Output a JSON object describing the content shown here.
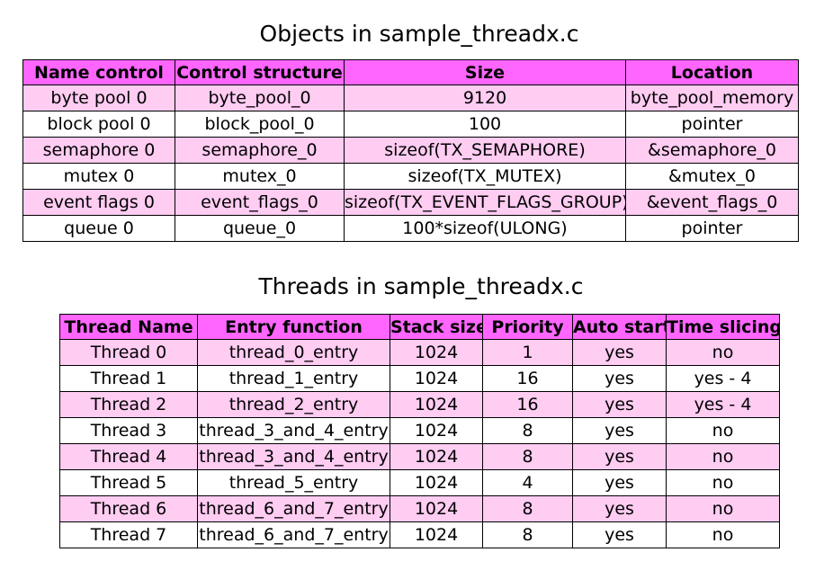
{
  "objects": {
    "title": "Objects in sample_threadx.c",
    "headers": [
      "Name control",
      "Control structure",
      "Size",
      "Location"
    ],
    "rows": [
      [
        "byte pool 0",
        "byte_pool_0",
        "9120",
        "byte_pool_memory"
      ],
      [
        "block pool 0",
        "block_pool_0",
        "100",
        "pointer"
      ],
      [
        "semaphore 0",
        "semaphore_0",
        "sizeof(TX_SEMAPHORE)",
        "&semaphore_0"
      ],
      [
        "mutex 0",
        "mutex_0",
        "sizeof(TX_MUTEX)",
        "&mutex_0"
      ],
      [
        "event flags 0",
        "event_flags_0",
        "sizeof(TX_EVENT_FLAGS_GROUP)",
        "&event_flags_0"
      ],
      [
        "queue 0",
        "queue_0",
        "100*sizeof(ULONG)",
        "pointer"
      ]
    ]
  },
  "threads": {
    "title": "Threads in sample_threadx.c",
    "headers": [
      "Thread Name",
      "Entry function",
      "Stack size",
      "Priority",
      "Auto start",
      "Time slicing"
    ],
    "rows": [
      [
        "Thread 0",
        "thread_0_entry",
        "1024",
        "1",
        "yes",
        "no"
      ],
      [
        "Thread 1",
        "thread_1_entry",
        "1024",
        "16",
        "yes",
        "yes - 4"
      ],
      [
        "Thread 2",
        "thread_2_entry",
        "1024",
        "16",
        "yes",
        "yes - 4"
      ],
      [
        "Thread 3",
        "thread_3_and_4_entry",
        "1024",
        "8",
        "yes",
        "no"
      ],
      [
        "Thread 4",
        "thread_3_and_4_entry",
        "1024",
        "8",
        "yes",
        "no"
      ],
      [
        "Thread 5",
        "thread_5_entry",
        "1024",
        "4",
        "yes",
        "no"
      ],
      [
        "Thread 6",
        "thread_6_and_7_entry",
        "1024",
        "8",
        "yes",
        "no"
      ],
      [
        "Thread 7",
        "thread_6_and_7_entry",
        "1024",
        "8",
        "yes",
        "no"
      ]
    ]
  },
  "colors": {
    "header_bg": "#ff66ff",
    "pink_row_bg": "#ffccf2",
    "white_row_bg": "#ffffff",
    "border": "#000000"
  }
}
